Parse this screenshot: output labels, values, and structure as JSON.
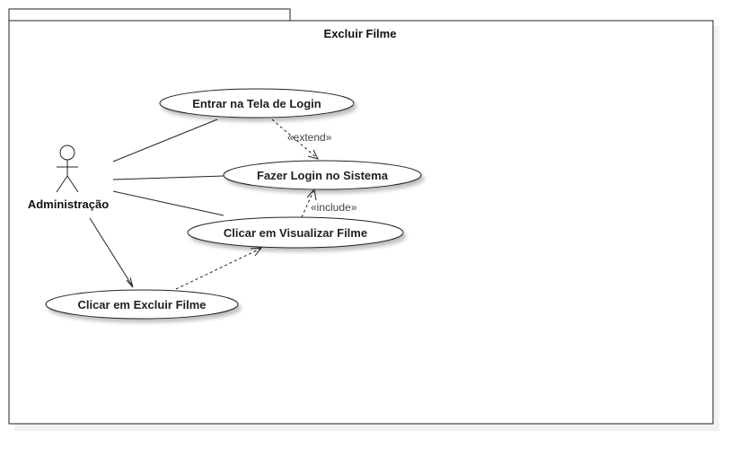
{
  "diagram": {
    "frame_title": "Excluir Filme",
    "actor": {
      "label": "Administração"
    },
    "use_cases": {
      "entrar_login": "Entrar na Tela de Login",
      "fazer_login": "Fazer Login no Sistema",
      "visualizar_filme": "Clicar em Visualizar Filme",
      "excluir_filme": "Clicar em Excluir Filme"
    },
    "relations": {
      "extend": "«extend»",
      "include": "«include»"
    }
  }
}
